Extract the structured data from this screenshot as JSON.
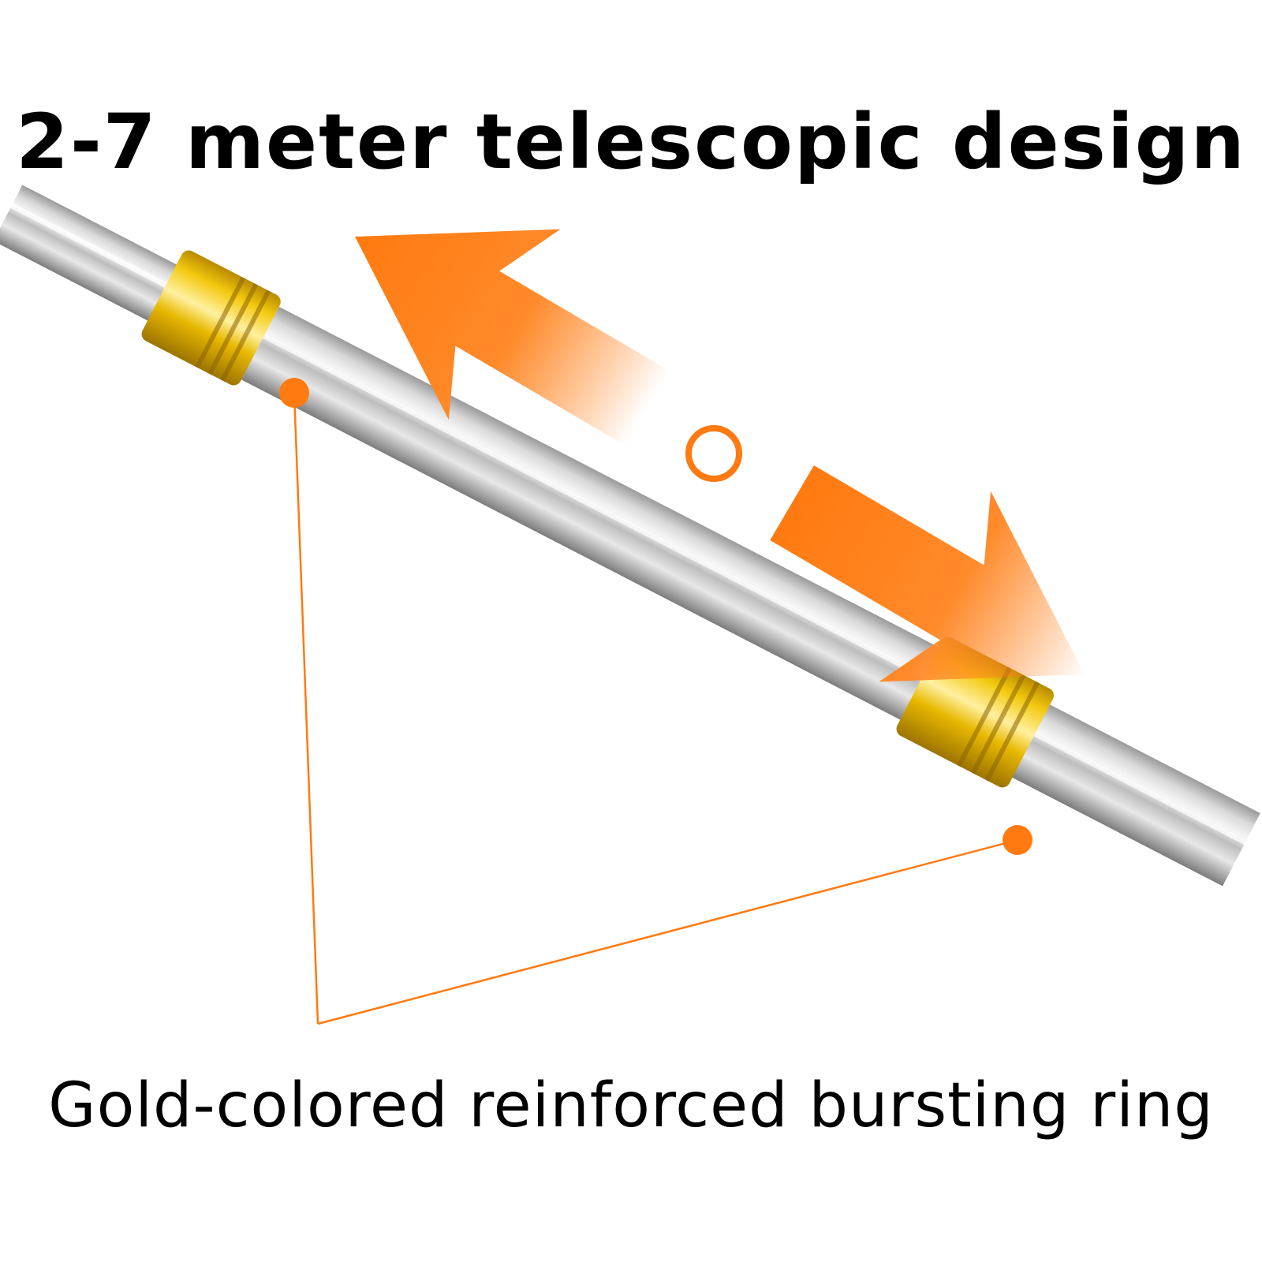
{
  "headline": "2-7 meter telescopic design",
  "footline": "Gold-colored reinforced bursting ring",
  "illustration": {
    "pole_material": "stainless steel",
    "ring_count": 2,
    "icons": [
      "double-arrow-icon",
      "circle-marker-icon",
      "callout-dot-icon"
    ]
  },
  "colors": {
    "accent_orange": "#ff7a10",
    "ring_gold": "#e6b800",
    "pole_silver": "#c8c8c8",
    "text": "#000000",
    "background": "#ffffff"
  }
}
